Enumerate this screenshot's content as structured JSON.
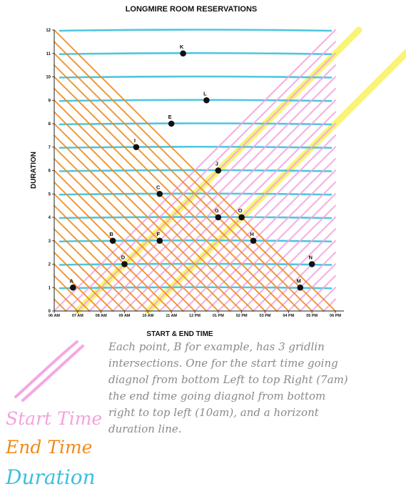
{
  "chart_data": {
    "type": "scatter",
    "title": "LONGMIRE ROOM RESERVATIONS",
    "xlabel": "START & END TIME",
    "ylabel": "DURATION",
    "x_ticks": [
      "06 AM",
      "07 AM",
      "08 AM",
      "09 AM",
      "10 AM",
      "11 AM",
      "12 PM",
      "01 PM",
      "02 PM",
      "03 PM",
      "04 PM",
      "05 PM",
      "06 PM"
    ],
    "y_ticks": [
      "0",
      "1",
      "2",
      "3",
      "4",
      "5",
      "6",
      "7",
      "8",
      "9",
      "10",
      "11",
      "12"
    ],
    "xlim": [
      6,
      18
    ],
    "ylim": [
      0,
      12
    ],
    "grid": true,
    "points": [
      {
        "label": "A",
        "x": 6.8,
        "y": 1
      },
      {
        "label": "B",
        "x": 8.5,
        "y": 3
      },
      {
        "label": "C",
        "x": 10.5,
        "y": 5
      },
      {
        "label": "D",
        "x": 9.0,
        "y": 2
      },
      {
        "label": "E",
        "x": 11.0,
        "y": 8
      },
      {
        "label": "F",
        "x": 10.5,
        "y": 3
      },
      {
        "label": "G",
        "x": 13.0,
        "y": 4
      },
      {
        "label": "H",
        "x": 14.5,
        "y": 3
      },
      {
        "label": "I",
        "x": 9.5,
        "y": 7
      },
      {
        "label": "J",
        "x": 13.0,
        "y": 6
      },
      {
        "label": "K",
        "x": 11.5,
        "y": 11
      },
      {
        "label": "L",
        "x": 12.5,
        "y": 9
      },
      {
        "label": "M",
        "x": 16.5,
        "y": 1
      },
      {
        "label": "N",
        "x": 17.0,
        "y": 2
      },
      {
        "label": "O",
        "x": 14.0,
        "y": 4
      }
    ],
    "highlight": {
      "label": "B",
      "start": 7,
      "end": 10,
      "duration": 3
    },
    "colors": {
      "start_time": "#f2a6e0",
      "end_time": "#f08a1a",
      "duration": "#3cc0dc",
      "highlight": "#f4f04a",
      "point": "#111111"
    }
  },
  "annotation": {
    "lines": [
      "Each point, B for example, has 3 gridlin",
      "intersections. One for the start time going",
      "diagnol from bottom Left to top Right (7am)",
      "the end time going diagnol from bottom",
      "right to top left (10am), and a horizont",
      "duration line."
    ]
  },
  "legend": {
    "start": "Start Time",
    "end": "End Time",
    "duration": "Duration"
  }
}
